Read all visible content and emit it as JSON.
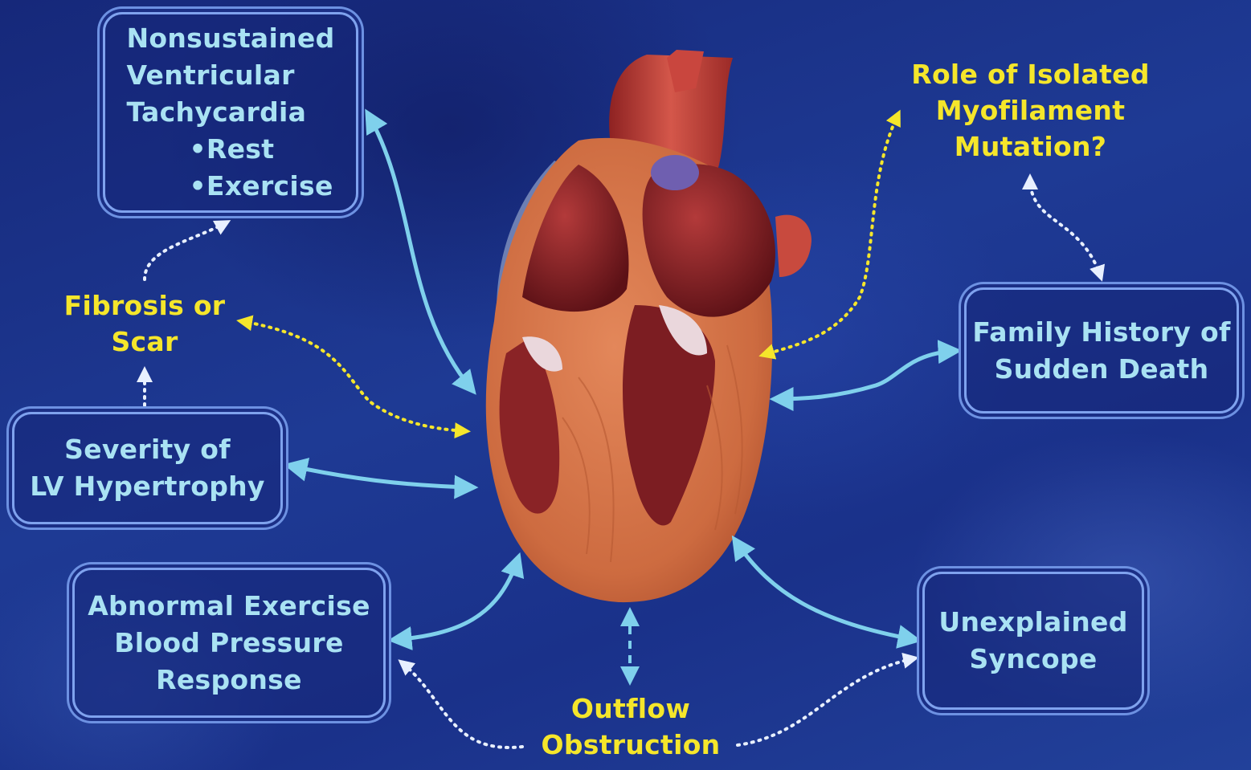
{
  "boxes": {
    "nsvt": {
      "title_lines": [
        "Nonsustained",
        "Ventricular",
        "Tachycardia"
      ],
      "sub_items": [
        "•Rest",
        "•Exercise"
      ]
    },
    "lvh": {
      "lines": [
        "Severity of",
        "LV Hypertrophy"
      ]
    },
    "exercise_bp": {
      "lines": [
        "Abnormal Exercise",
        "Blood Pressure",
        "Response"
      ]
    },
    "family_history": {
      "lines": [
        "Family History of",
        "Sudden Death"
      ]
    },
    "syncope": {
      "lines": [
        "Unexplained",
        "Syncope"
      ]
    }
  },
  "labels": {
    "fibrosis": [
      "Fibrosis or",
      "Scar"
    ],
    "myofilament": [
      "Role of Isolated",
      "Myofilament",
      "Mutation?"
    ],
    "outflow": [
      "Outflow",
      "Obstruction"
    ]
  },
  "colors": {
    "background": "#1b2f86",
    "box_text": "#a9e2f3",
    "box_border": "#7fa2ee",
    "label_text": "#f5e62b",
    "solid_arrow": "#7fd0ec",
    "dotted_white": "#e8f0ff",
    "dotted_yellow": "#f5e62b"
  }
}
